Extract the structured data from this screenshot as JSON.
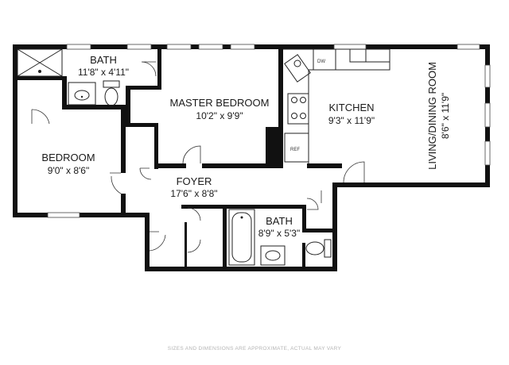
{
  "rooms": {
    "bath_top": {
      "name": "BATH",
      "dims": "11'8\" x 4'11\""
    },
    "master_bedroom": {
      "name": "MASTER BEDROOM",
      "dims": "10'2\" x 9'9\""
    },
    "kitchen": {
      "name": "KITCHEN",
      "dims": "9'3\" x 11'9\""
    },
    "living_dining": {
      "name": "LIVING/DINING ROOM",
      "dims": "8'6\" x 11'9\""
    },
    "bedroom": {
      "name": "BEDROOM",
      "dims": "9'0\" x 8'6\""
    },
    "foyer": {
      "name": "FOYER",
      "dims": "17'6\" x 8'8\""
    },
    "bath_bottom": {
      "name": "BATH",
      "dims": "8'9\" x 5'3\""
    }
  },
  "fixtures": {
    "dishwasher": "DW",
    "refrigerator": "REF"
  },
  "disclaimer": "SIZES AND DIMENSIONS ARE APPROXIMATE, ACTUAL MAY VARY"
}
